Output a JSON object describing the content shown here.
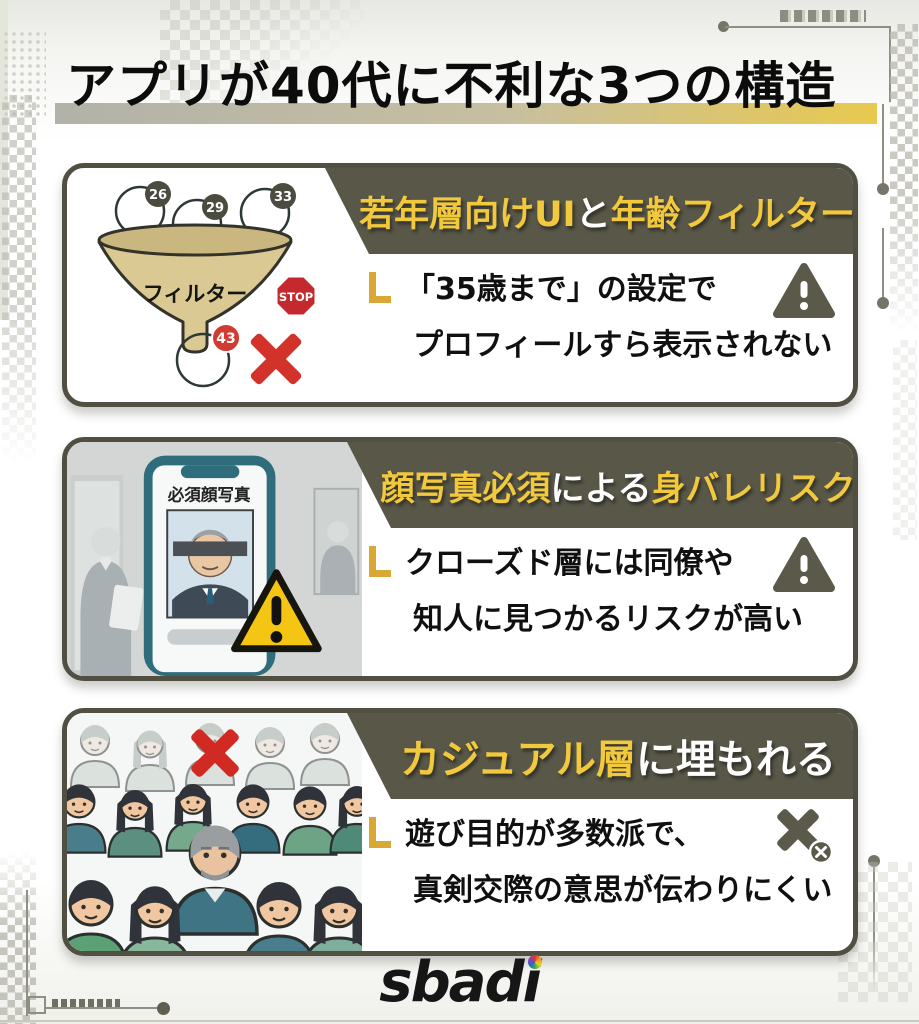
{
  "title": {
    "text": "アプリが40代に不利な3つの構造"
  },
  "cards": [
    {
      "header": [
        {
          "text": "若年層向けUI",
          "emphasis": true
        },
        {
          "text": "と",
          "emphasis": false
        },
        {
          "text": "年齢フィルター",
          "emphasis": true
        }
      ],
      "body_lines": [
        "「35歳まで」の設定で",
        "プロフィールすら表示されない"
      ],
      "risk_icon": "warning-triangle",
      "illustration": {
        "type": "age-filter-funnel",
        "funnel_label": "フィルター",
        "passed_ages": [
          "26",
          "29",
          "33"
        ],
        "stop_label": "STOP",
        "blocked_age": "43"
      }
    },
    {
      "header": [
        {
          "text": "顔写真必須",
          "emphasis": true
        },
        {
          "text": "による",
          "emphasis": false
        },
        {
          "text": "身バレリスク",
          "emphasis": true
        }
      ],
      "body_lines": [
        "クローズド層には同僚や",
        "知人に見つかるリスクが高い"
      ],
      "risk_icon": "warning-triangle",
      "illustration": {
        "type": "mandatory-face-photo-phone",
        "phone_screen_label": "必須顔写真"
      }
    },
    {
      "header": [
        {
          "text": "カジュアル層",
          "emphasis": true
        },
        {
          "text": "に埋もれる",
          "emphasis": false
        }
      ],
      "body_lines": [
        "遊び目的が多数派で、",
        "真剣交際の意思が伝わりにくい"
      ],
      "risk_icon": "x-circle",
      "illustration": {
        "type": "crowd-with-cross"
      }
    }
  ],
  "footer": {
    "brand": "sbadi"
  },
  "colors": {
    "band_olive": "#585748",
    "card_border_olive": "#504f41",
    "accent_yellow": "#f2c83c",
    "title_underline_gold": "#e8c94f",
    "bullet_gold": "#d9a733",
    "alert_red": "#d3322b",
    "stop_sign_red": "#c5292d",
    "warning_triangle_yellow": "#f4c513",
    "risk_icon_olive": "#5b5a4a"
  }
}
